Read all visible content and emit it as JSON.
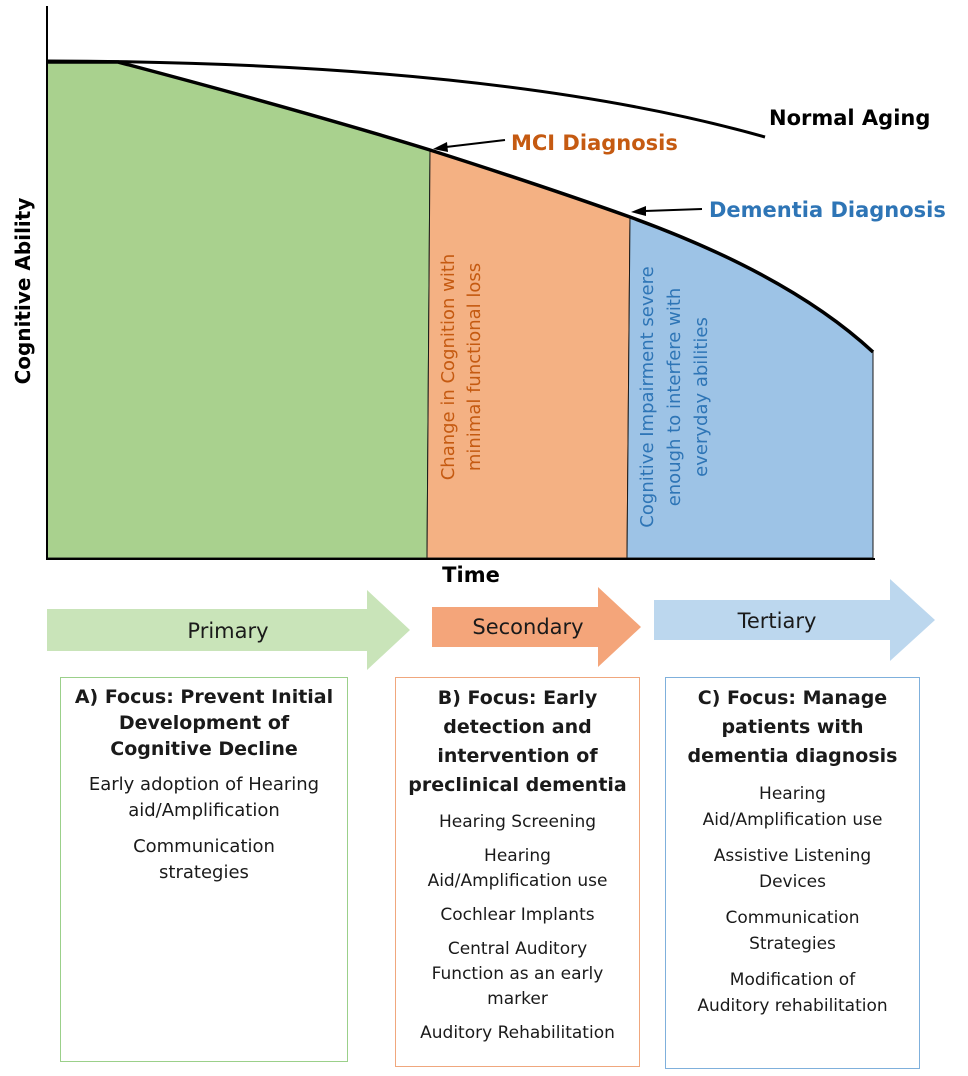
{
  "axes": {
    "y_label": "Cognitive Ability",
    "x_label": "Time"
  },
  "curve_labels": {
    "normal_aging": "Normal Aging",
    "mci": "MCI Diagnosis",
    "dementia": "Dementia Diagnosis"
  },
  "region_text": {
    "mci_lines": [
      "Change in Cognition with",
      "minimal functional loss"
    ],
    "dementia_lines": [
      "Cognitive Impairment severe",
      "enough to interfere with",
      "everyday abilities"
    ]
  },
  "arrows": {
    "primary": "Primary",
    "secondary": "Secondary",
    "tertiary": "Tertiary"
  },
  "boxes": {
    "a": {
      "title_lines": [
        "A) Focus: Prevent Initial",
        "Development of",
        "Cognitive Decline"
      ],
      "items": [
        [
          "Early adoption of Hearing",
          "aid/Amplification"
        ],
        [
          "Communication",
          "strategies"
        ]
      ]
    },
    "b": {
      "title_lines": [
        "B) Focus: Early",
        "detection and",
        "intervention of",
        "preclinical dementia"
      ],
      "items": [
        [
          "Hearing Screening"
        ],
        [
          "Hearing",
          "Aid/Amplification use"
        ],
        [
          "Cochlear Implants"
        ],
        [
          "Central Auditory",
          "Function as an early",
          "marker"
        ],
        [
          "Auditory Rehabilitation"
        ]
      ]
    },
    "c": {
      "title_lines": [
        "C) Focus: Manage",
        "patients with",
        "dementia diagnosis"
      ],
      "items": [
        [
          "Hearing",
          "Aid/Amplification use"
        ],
        [
          "Assistive Listening",
          "Devices"
        ],
        [
          "Communication",
          "Strategies"
        ],
        [
          "Modification of",
          "Auditory rehabilitation"
        ]
      ]
    }
  },
  "colors": {
    "primary_fill": "#a9d18e",
    "secondary_fill": "#f4b183",
    "tertiary_fill": "#9dc3e6",
    "mci_text": "#c55a11",
    "dementia_text": "#2e75b6",
    "primary_arrow": "#c9e4b9",
    "secondary_arrow": "#f4a57a",
    "tertiary_arrow": "#bcd7ee"
  }
}
